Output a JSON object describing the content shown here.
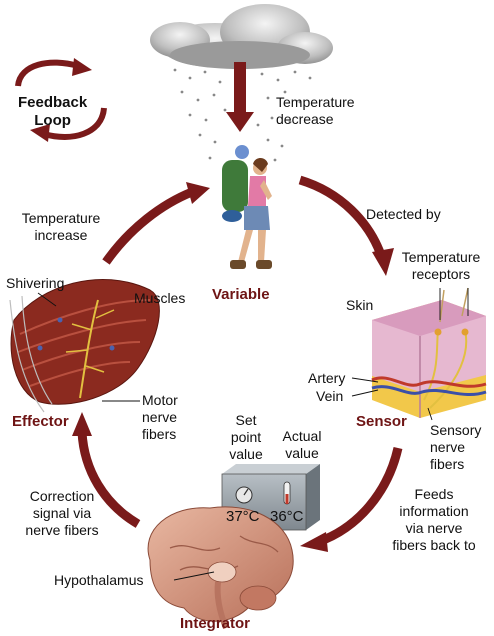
{
  "colors": {
    "loop_arrow": "#7a1a1a",
    "stage_label": "#6e1414",
    "muscle": "#8b2a1f",
    "skin_pink": "#e6b8d0",
    "fat_yellow": "#f2c84a",
    "brain": "#d9a08a",
    "box_gray": "#9aa3aa"
  },
  "title": {
    "line1": "Feedback",
    "line2": "Loop"
  },
  "stages": {
    "variable": "Variable",
    "sensor": "Sensor",
    "integrator": "Integrator",
    "effector": "Effector"
  },
  "labels": {
    "temp_decrease": {
      "line1": "Temperature",
      "line2": "decrease"
    },
    "detected_by": "Detected by",
    "temp_receptors": {
      "line1": "Temperature",
      "line2": "receptors"
    },
    "skin": "Skin",
    "artery": "Artery",
    "vein": "Vein",
    "sensory_fibers": {
      "line1": "Sensory",
      "line2": "nerve",
      "line3": "fibers"
    },
    "feeds_info": {
      "line1": "Feeds",
      "line2": "information",
      "line3": "via nerve",
      "line4": "fibers back to"
    },
    "set_point": {
      "line1": "Set",
      "line2": "point",
      "line3": "value"
    },
    "actual_value": {
      "line1": "Actual",
      "line2": "value"
    },
    "hypothalamus": "Hypothalamus",
    "correction": {
      "line1": "Correction",
      "line2": "signal via",
      "line3": "nerve fibers"
    },
    "motor_fibers": {
      "line1": "Motor",
      "line2": "nerve",
      "line3": "fibers"
    },
    "muscles": "Muscles",
    "shivering": "Shivering",
    "temp_increase": {
      "line1": "Temperature",
      "line2": "increase"
    }
  },
  "thermostat": {
    "set_value": "37°C",
    "actual_value": "36°C"
  },
  "icons": [
    "cloud-icon",
    "hiker-icon",
    "skin-section-icon",
    "brain-icon",
    "thermostat-icon",
    "muscle-icon",
    "cycle-arrows-icon"
  ]
}
